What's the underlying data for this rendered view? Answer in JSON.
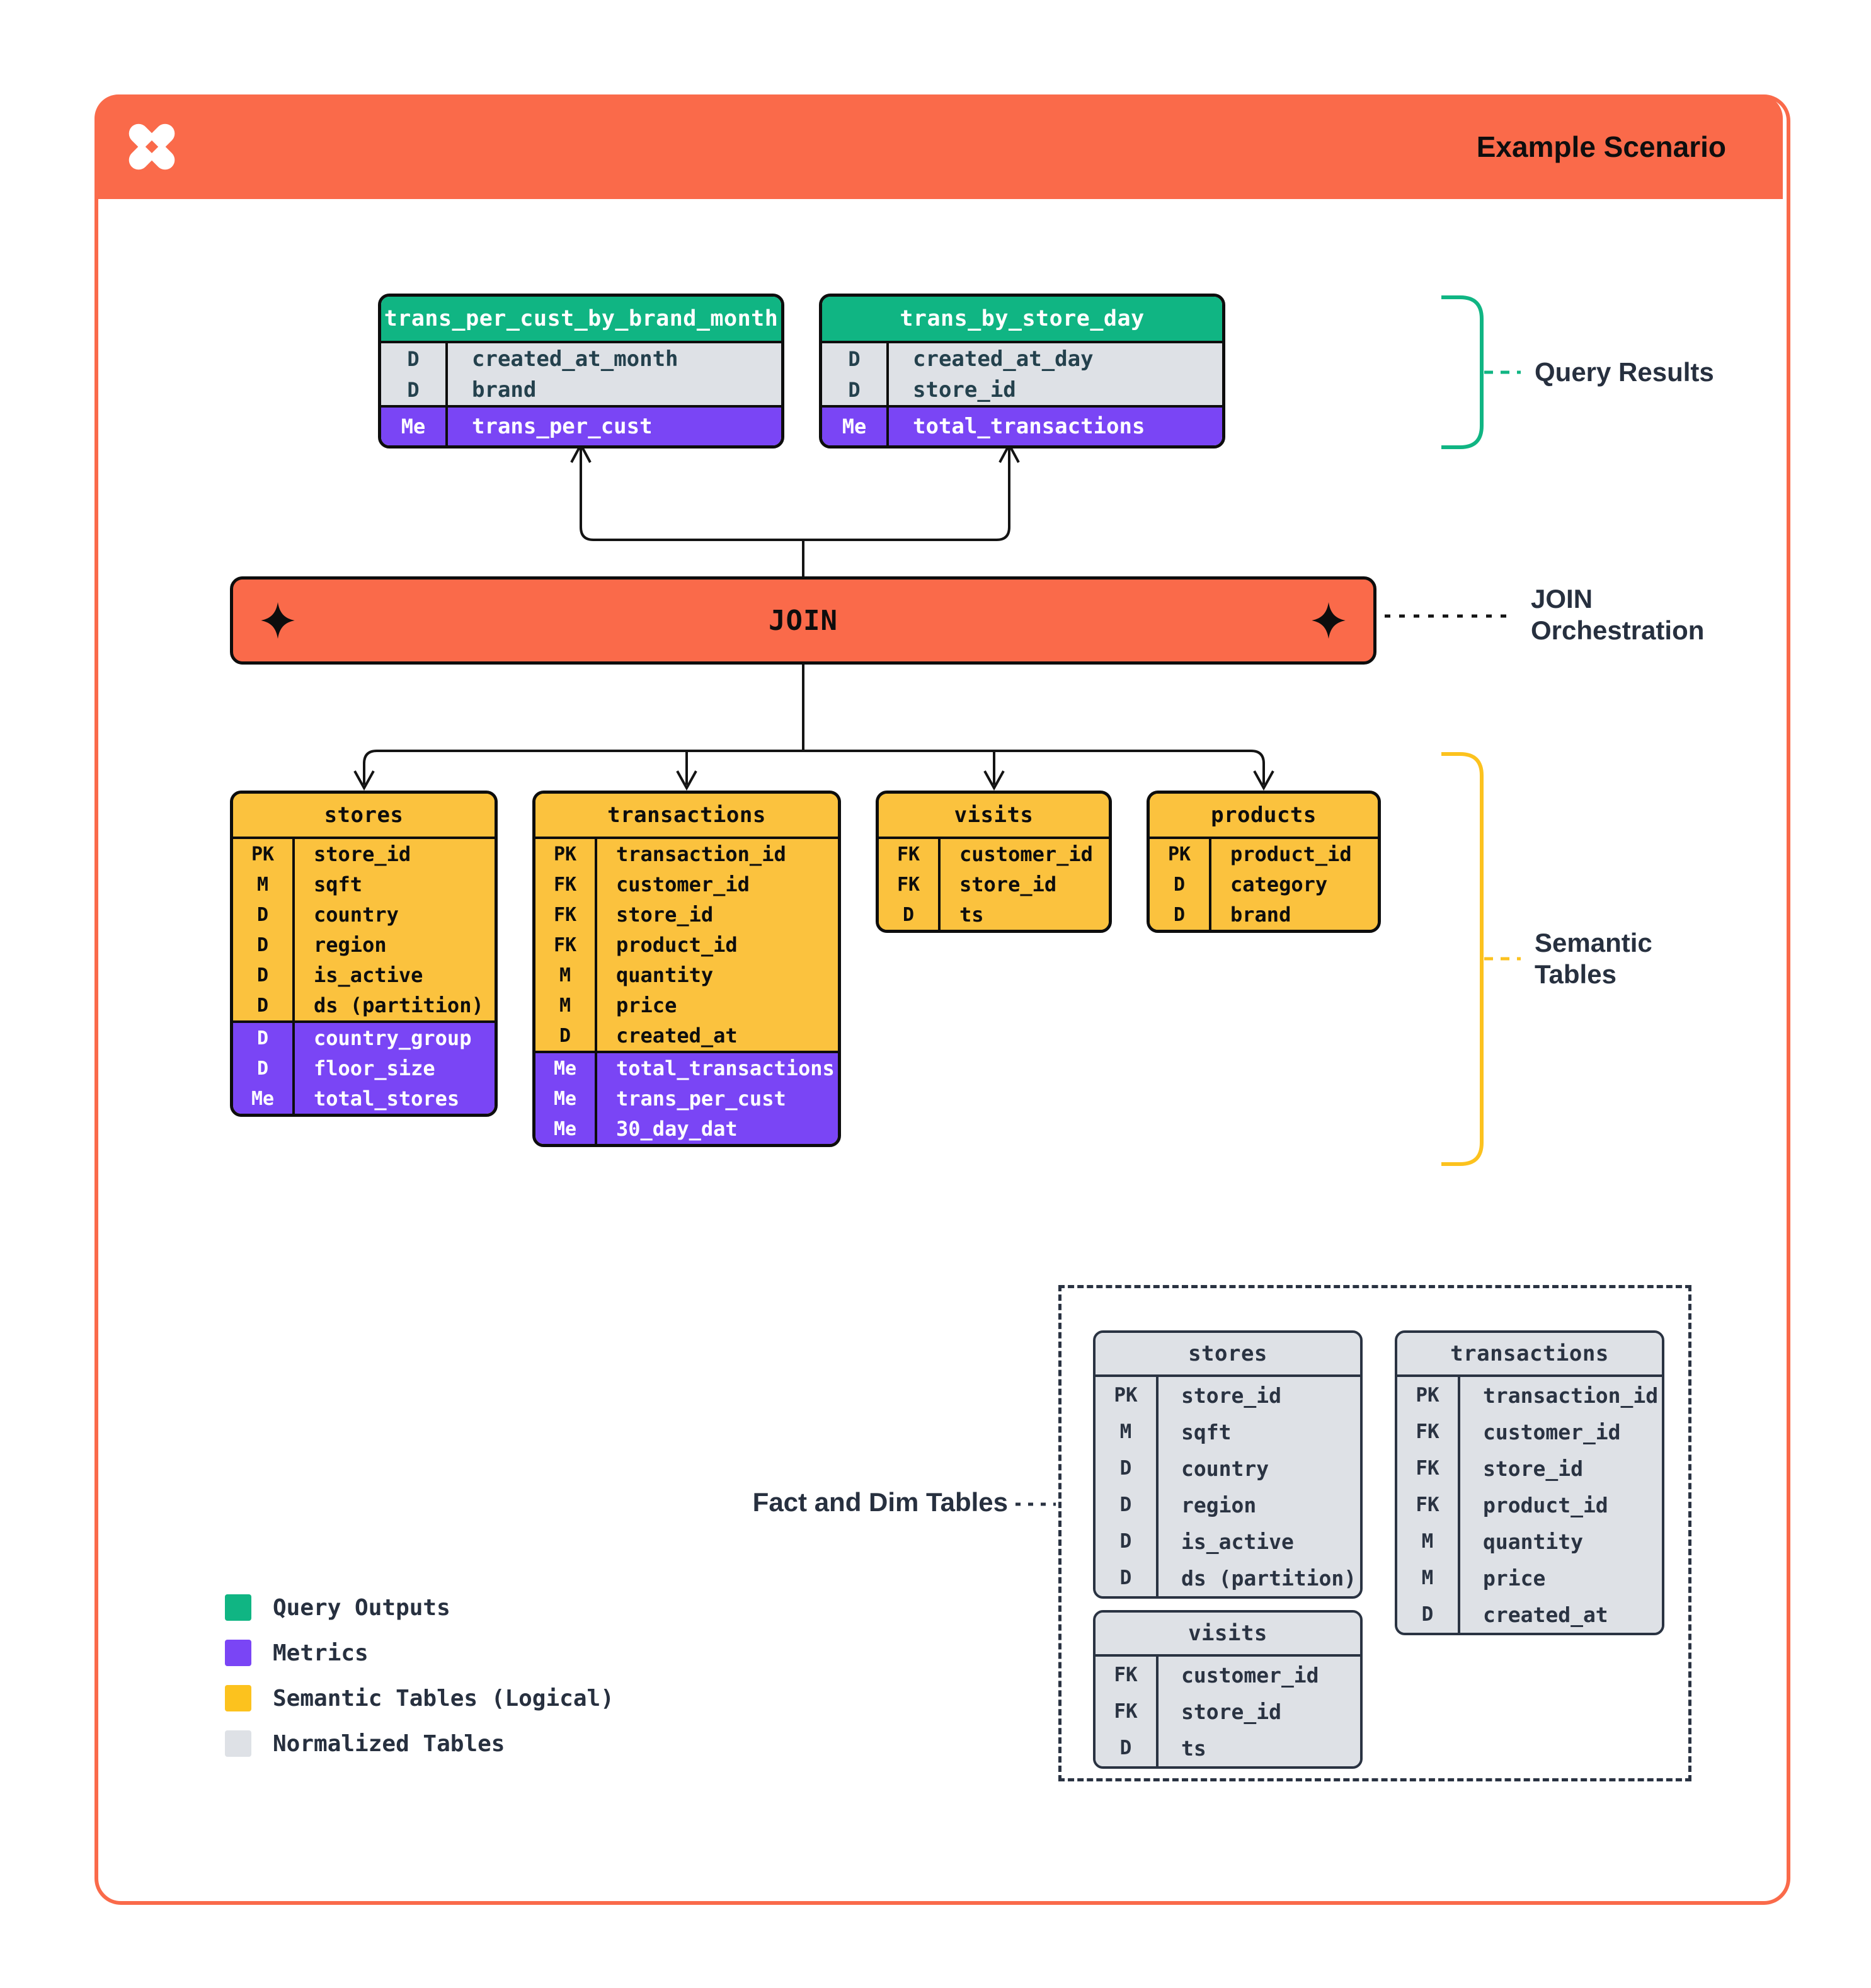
{
  "header": {
    "title": "Example Scenario"
  },
  "join": {
    "label": "JOIN"
  },
  "annotations": {
    "query_results": "Query Results",
    "join_orchestration": "JOIN Orchestration",
    "semantic_tables": "Semantic Tables",
    "fact_dim": "Fact and Dim Tables"
  },
  "colors": {
    "orange": "#FA6A4A",
    "green": "#10B583",
    "purple": "#7A45F5",
    "yellow": "#FBC23E",
    "gray": "#DEE1E6",
    "navy": "#27303F",
    "black": "#0d0d0d"
  },
  "query_result_tables": [
    {
      "name": "trans_per_cust_by_brand_month",
      "rows": [
        {
          "key": "D",
          "field": "created_at_month",
          "zone": "dim"
        },
        {
          "key": "D",
          "field": "brand",
          "zone": "dim"
        },
        {
          "key": "Me",
          "field": "trans_per_cust",
          "zone": "metric"
        }
      ]
    },
    {
      "name": "trans_by_store_day",
      "rows": [
        {
          "key": "D",
          "field": "created_at_day",
          "zone": "dim"
        },
        {
          "key": "D",
          "field": "store_id",
          "zone": "dim"
        },
        {
          "key": "Me",
          "field": "total_transactions",
          "zone": "metric"
        }
      ]
    }
  ],
  "semantic_tables": [
    {
      "name": "stores",
      "rows": [
        {
          "key": "PK",
          "field": "store_id",
          "zone": "dim"
        },
        {
          "key": "M",
          "field": "sqft",
          "zone": "dim"
        },
        {
          "key": "D",
          "field": "country",
          "zone": "dim"
        },
        {
          "key": "D",
          "field": "region",
          "zone": "dim"
        },
        {
          "key": "D",
          "field": "is_active",
          "zone": "dim"
        },
        {
          "key": "D",
          "field": "ds (partition)",
          "zone": "dim"
        },
        {
          "key": "D",
          "field": "country_group",
          "zone": "metric"
        },
        {
          "key": "D",
          "field": "floor_size",
          "zone": "metric"
        },
        {
          "key": "Me",
          "field": "total_stores",
          "zone": "metric"
        }
      ]
    },
    {
      "name": "transactions",
      "rows": [
        {
          "key": "PK",
          "field": "transaction_id",
          "zone": "dim"
        },
        {
          "key": "FK",
          "field": "customer_id",
          "zone": "dim"
        },
        {
          "key": "FK",
          "field": "store_id",
          "zone": "dim"
        },
        {
          "key": "FK",
          "field": "product_id",
          "zone": "dim"
        },
        {
          "key": "M",
          "field": "quantity",
          "zone": "dim"
        },
        {
          "key": "M",
          "field": "price",
          "zone": "dim"
        },
        {
          "key": "D",
          "field": "created_at",
          "zone": "dim"
        },
        {
          "key": "Me",
          "field": "total_transactions",
          "zone": "metric"
        },
        {
          "key": "Me",
          "field": "trans_per_cust",
          "zone": "metric"
        },
        {
          "key": "Me",
          "field": "30_day_dat",
          "zone": "metric"
        }
      ]
    },
    {
      "name": "visits",
      "rows": [
        {
          "key": "FK",
          "field": "customer_id",
          "zone": "dim"
        },
        {
          "key": "FK",
          "field": "store_id",
          "zone": "dim"
        },
        {
          "key": "D",
          "field": "ts",
          "zone": "dim"
        }
      ]
    },
    {
      "name": "products",
      "rows": [
        {
          "key": "PK",
          "field": "product_id",
          "zone": "dim"
        },
        {
          "key": "D",
          "field": "category",
          "zone": "dim"
        },
        {
          "key": "D",
          "field": "brand",
          "zone": "dim"
        }
      ]
    }
  ],
  "normalized_tables": [
    {
      "name": "stores",
      "rows": [
        {
          "key": "PK",
          "field": "store_id",
          "zone": "dim"
        },
        {
          "key": "M",
          "field": "sqft",
          "zone": "dim"
        },
        {
          "key": "D",
          "field": "country",
          "zone": "dim"
        },
        {
          "key": "D",
          "field": "region",
          "zone": "dim"
        },
        {
          "key": "D",
          "field": "is_active",
          "zone": "dim"
        },
        {
          "key": "D",
          "field": "ds (partition)",
          "zone": "dim"
        }
      ]
    },
    {
      "name": "transactions",
      "rows": [
        {
          "key": "PK",
          "field": "transaction_id",
          "zone": "dim"
        },
        {
          "key": "FK",
          "field": "customer_id",
          "zone": "dim"
        },
        {
          "key": "FK",
          "field": "store_id",
          "zone": "dim"
        },
        {
          "key": "FK",
          "field": "product_id",
          "zone": "dim"
        },
        {
          "key": "M",
          "field": "quantity",
          "zone": "dim"
        },
        {
          "key": "M",
          "field": "price",
          "zone": "dim"
        },
        {
          "key": "D",
          "field": "created_at",
          "zone": "dim"
        }
      ]
    },
    {
      "name": "visits",
      "rows": [
        {
          "key": "FK",
          "field": "customer_id",
          "zone": "dim"
        },
        {
          "key": "FK",
          "field": "store_id",
          "zone": "dim"
        },
        {
          "key": "D",
          "field": "ts",
          "zone": "dim"
        }
      ]
    }
  ],
  "legend": {
    "items": [
      {
        "label": "Query Outputs",
        "color": "#10B583"
      },
      {
        "label": "Metrics",
        "color": "#7A45F5"
      },
      {
        "label": "Semantic Tables (Logical)",
        "color": "#FCC21E"
      },
      {
        "label": "Normalized Tables",
        "color": "#DEE1E6"
      }
    ]
  }
}
